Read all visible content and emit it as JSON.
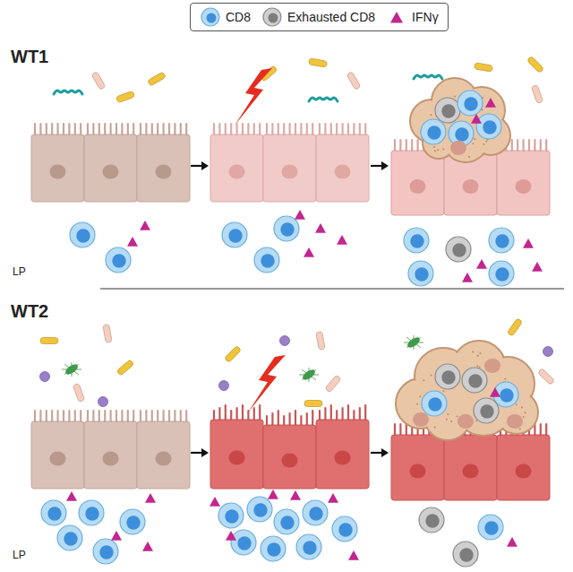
{
  "diagram": {
    "labels": [
      "WT1",
      "LP",
      "WT2",
      "LP"
    ],
    "legend": [
      {
        "text": "CD8"
      },
      {
        "text": "Exhausted CD8"
      },
      {
        "text": "IFNγ"
      }
    ]
  }
}
